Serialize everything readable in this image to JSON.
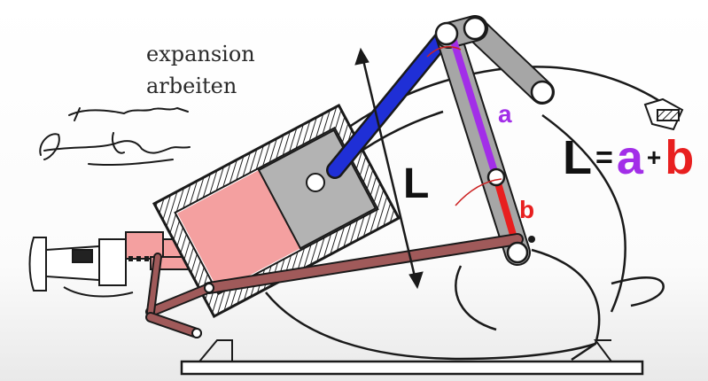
{
  "diagram": {
    "labels": {
      "expansion": "expansion",
      "arbeiten": "arbeiten",
      "stroke_length": "L",
      "segment_a": "a",
      "segment_b": "b"
    },
    "formula": {
      "lhs": "L",
      "equals": "=",
      "term_a": "a",
      "plus": "+",
      "term_b": "b"
    },
    "signature": {
      "line1": "Inventor:",
      "line2": "James Atkinson"
    }
  },
  "colors": {
    "ink": "#1a1a1a",
    "cylinder_body": "#ffffff",
    "piston_pink": "#f4a0a0",
    "piston_gray": "#b3b3b3",
    "connecting_rod_blue": "#1f2fd6",
    "lever_gray": "#a6a6a6",
    "segment_a_purple": "#a22ee8",
    "segment_b_red": "#e81f1f",
    "push_rod_brown": "#a05a5a",
    "marker_red": "#cc2222"
  },
  "icons": {
    "double_arrow": "double-headed-arrow-icon",
    "signature": "inventor-signature"
  }
}
